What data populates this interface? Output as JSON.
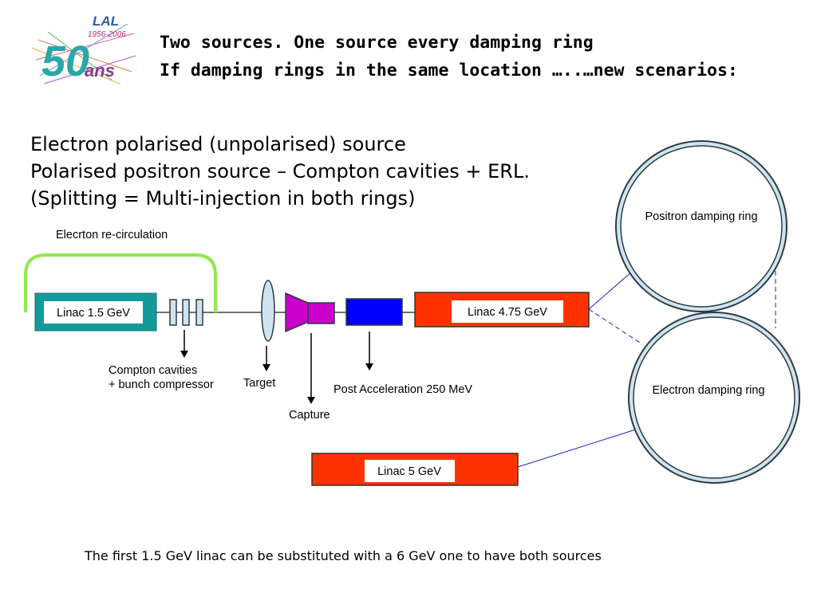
{
  "logo": {
    "text_top": "LAL",
    "text_years": "1956-2006",
    "text_number": "50",
    "text_ans": "ans"
  },
  "title": {
    "line1": "Two sources. One source every damping ring",
    "line2": "If damping rings in the same location …..…new scenarios:"
  },
  "bullets": [
    "Electron polarised (unpolarised) source",
    "Polarised positron source – Compton cavities + ERL.",
    "(Splitting = Multi-injection in both rings)"
  ],
  "diagram": {
    "recirculation_label": "Elecrton re-circulation",
    "linac_1_5": "Linac 1.5 GeV",
    "linac_4_75": "Linac 4.75 GeV",
    "linac_5": "Linac 5 GeV",
    "compton_line1": "Compton cavities",
    "compton_line2": "+ bunch compressor",
    "target": "Target",
    "capture": "Capture",
    "post_acceleration": "Post Acceleration 250 MeV",
    "positron_ring": "Positron damping ring",
    "electron_ring": "Electron damping ring"
  },
  "colors": {
    "teal": "#159a9a",
    "green_arc": "#8fe84d",
    "red": "#ff3300",
    "magenta": "#cc00cc",
    "blue": "#0000ff",
    "ring_fill": "#cfe4ec",
    "ring_stroke": "#2b3b47",
    "line_blue": "#1a22c8"
  },
  "footer": "The first 1.5 GeV linac can be substituted with a 6 GeV one to have both sources"
}
